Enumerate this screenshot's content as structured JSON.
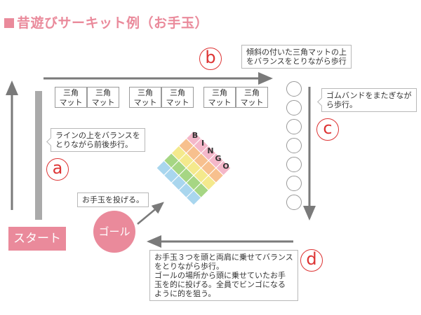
{
  "title": "昔遊びサーキット例（お手玉）",
  "start_label": "スタート",
  "goal_label": "ゴール",
  "labels": {
    "a": "a",
    "b": "b",
    "c": "c",
    "d": "d"
  },
  "notes": {
    "a": [
      "ラインの上をバランスを",
      "とりながら前後歩行。"
    ],
    "b": [
      "傾斜の付いた三角マットの上",
      "をバランスをとりながら歩行"
    ],
    "c": [
      "ゴムバンドをまたぎなが",
      "ら歩行。"
    ],
    "d": [
      "お手玉３つを頭と両肩に乗せてバランス",
      "をとりながら歩行。",
      "ゴールの場所から頭に乗せていたお手",
      "玉を的に投げる。全員でビンゴになる",
      "ように的を狙う。"
    ],
    "throw": "お手玉を投げる。"
  },
  "mats": [
    [
      "三角",
      "マット"
    ],
    [
      "三角",
      "マット"
    ],
    [
      "三角",
      "マット"
    ],
    [
      "三角",
      "マット"
    ],
    [
      "三角",
      "マット"
    ],
    [
      "三角",
      "マット"
    ]
  ],
  "bingo_letters": [
    "B",
    "I",
    "N",
    "G",
    "O"
  ],
  "bingo_colors": [
    "#f4b7c9",
    "#f7c08e",
    "#f4e98c",
    "#a6d684",
    "#a9d6ee"
  ],
  "colors": {
    "accent": "#ea8a9b",
    "arrow": "#7a7a7a",
    "line": "#aaaaaa",
    "label": "#dd3333"
  }
}
